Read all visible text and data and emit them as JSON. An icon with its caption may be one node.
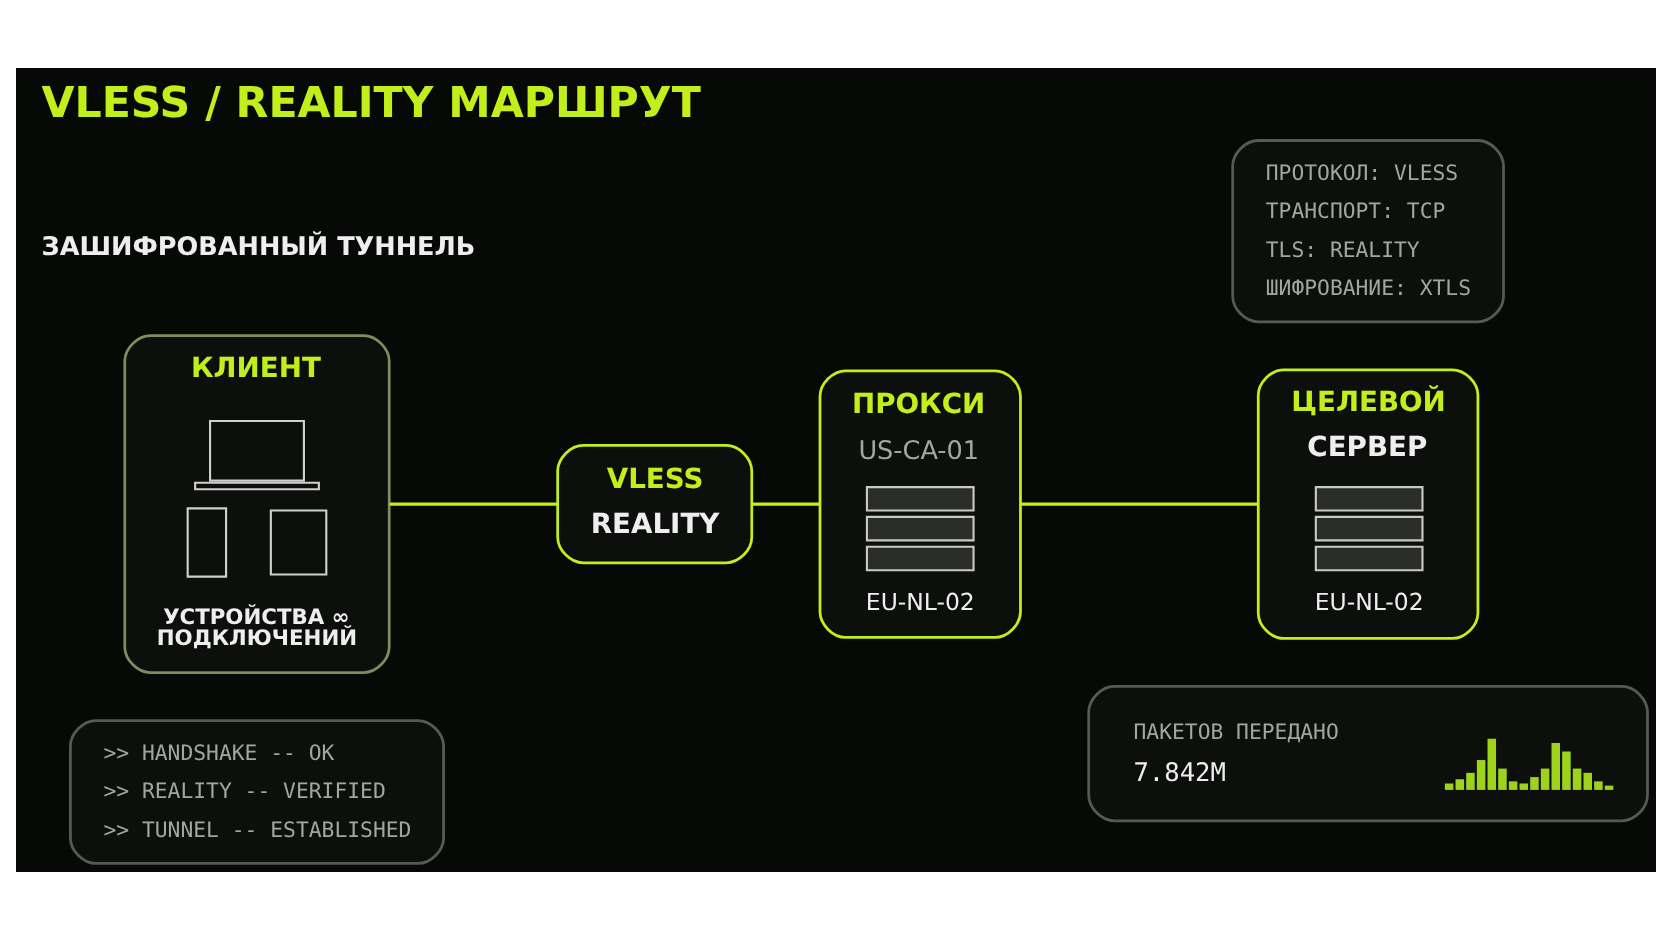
{
  "diagram": {
    "title": "VLESS / REALITY МАРШРУТ",
    "nodes": [
      {
        "text": [
          "ПРОТОКОЛ: VLESS",
          "ТРАНСПОРТ: TCP",
          "TLS: REALITY",
          "ШИФРОВАНИЕ: XTLS"
        ]
      },
      {
        "text": [
          "КЛИЕНТ",
          "УСТРОЙСТВА ∞ ПОДКЛЮЧЕНИЙ"
        ]
      },
      {
        "text": [
          "VLESS",
          "REALITY"
        ]
      },
      {
        "text": [
          "ПРОКСИ",
          "US-CA-01",
          "EU-NL-02"
        ]
      },
      {
        "text": [
          "ЦЕЛЕВОЙ",
          "СЕРВЕР",
          "EU-NL-02"
        ]
      },
      {
        "text": [
          ">> HANDSHAKE -- OK",
          ">> REALITY -- VERIFIED",
          ">> TUNNEL -- ESTABLISHED"
        ]
      },
      {
        "text": [
          "ПАКЕТОВ ПЕРЕДАНО",
          "7.842M"
        ]
      }
    ],
    "edges": [
      {
        "from": 1,
        "to": 2,
        "arrow": "none"
      },
      {
        "from": 2,
        "to": 3,
        "arrow": "none"
      },
      {
        "from": 3,
        "to": 4,
        "arrow": "none"
      }
    ],
    "labels": [
      "ЗАШИФРОВАННЫЙ ТУННЕЛЬ"
    ]
  }
}
